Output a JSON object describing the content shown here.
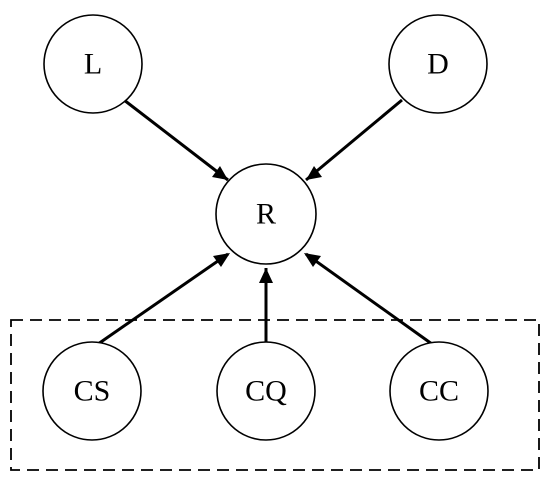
{
  "diagram": {
    "nodes": [
      {
        "id": "L",
        "label": "L"
      },
      {
        "id": "D",
        "label": "D"
      },
      {
        "id": "R",
        "label": "R"
      },
      {
        "id": "CS",
        "label": "CS"
      },
      {
        "id": "CQ",
        "label": "CQ"
      },
      {
        "id": "CC",
        "label": "CC"
      }
    ],
    "edges": [
      {
        "from": "L",
        "to": "R"
      },
      {
        "from": "D",
        "to": "R"
      },
      {
        "from": "CS",
        "to": "R"
      },
      {
        "from": "CQ",
        "to": "R"
      },
      {
        "from": "CC",
        "to": "R"
      }
    ],
    "groups": [
      {
        "style": "dashed",
        "members": [
          "CS",
          "CQ",
          "CC"
        ]
      }
    ],
    "colors": {
      "stroke": "#000000",
      "fill": "#ffffff"
    }
  }
}
